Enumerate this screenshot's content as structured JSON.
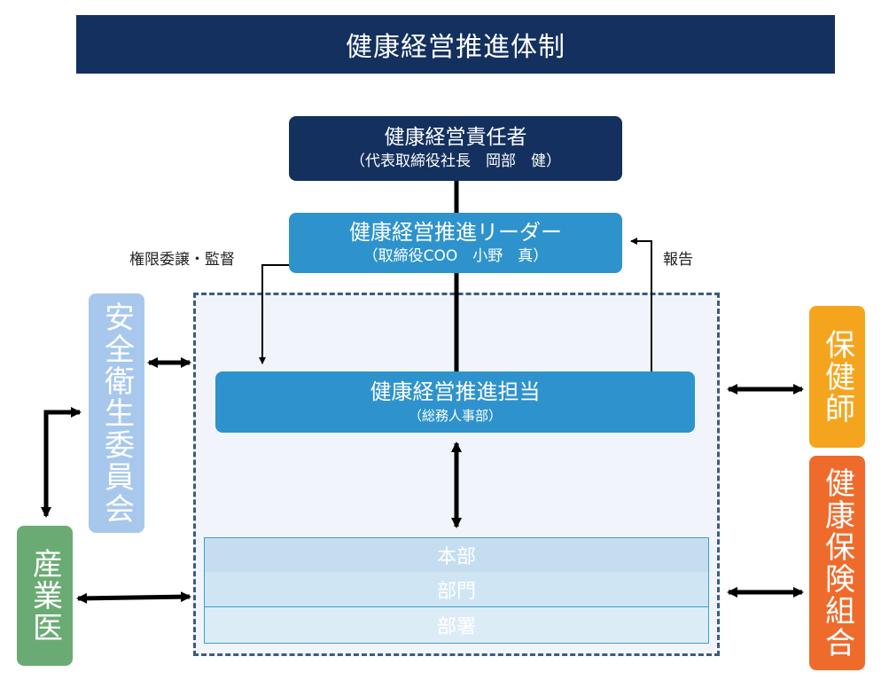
{
  "title": "健康経営推進体制",
  "responsible": {
    "title": "健康経営責任者",
    "subtitle": "（代表取締役社長　岡部　健）"
  },
  "leader": {
    "title": "健康経営推進リーダー",
    "subtitle": "（取締役COO　小野　真）"
  },
  "promotion": {
    "title": "健康経営推進担当",
    "subtitle": "（総務人事部）"
  },
  "org_rows": [
    "本部",
    "部門",
    "部署"
  ],
  "safety_committee": "安全衛生委員会",
  "industrial_doctor": "産業医",
  "public_health_nurse": "保健師",
  "health_insurance_union": "健康保険組合",
  "labels": {
    "delegation": "権限委譲・監督",
    "report": "報告"
  },
  "colors": {
    "navy": "#13305e",
    "blue": "#2e93cc",
    "light_blue": "#a7c8ec",
    "green": "#6aab74",
    "yellow_orange": "#f5a51d",
    "orange": "#ef6b2c",
    "dashed_border": "#3c5a83"
  }
}
